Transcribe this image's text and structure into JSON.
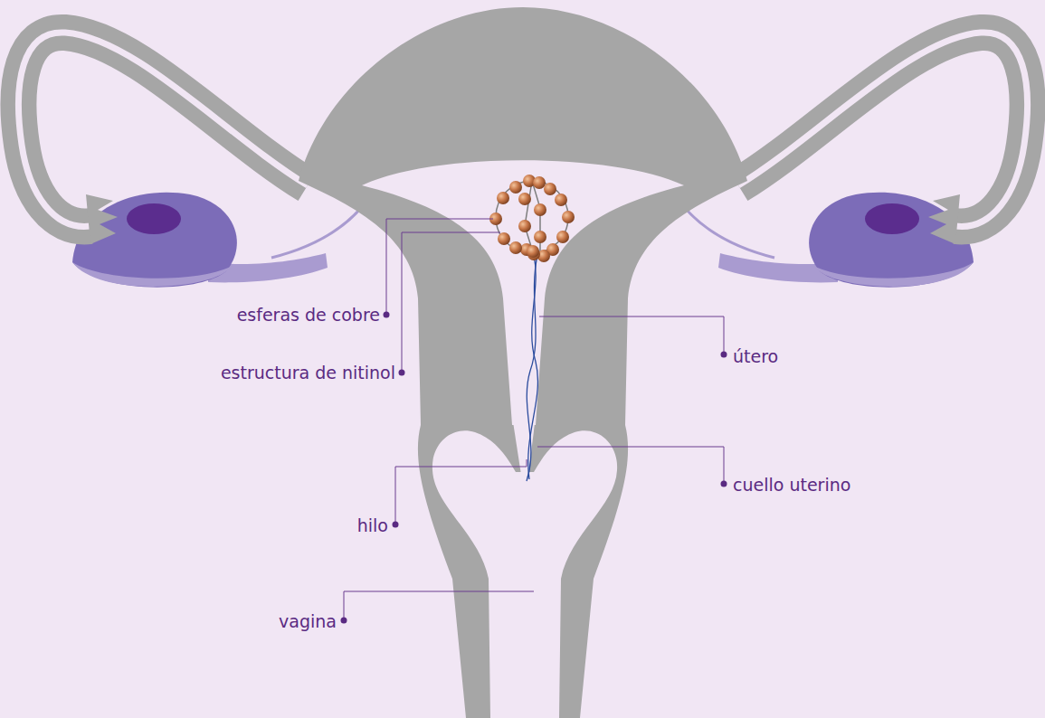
{
  "diagram": {
    "labels": [
      "esferas de cobre",
      "estructura de nitinol",
      "útero",
      "cuello uterino",
      "hilo",
      "vagina"
    ]
  }
}
